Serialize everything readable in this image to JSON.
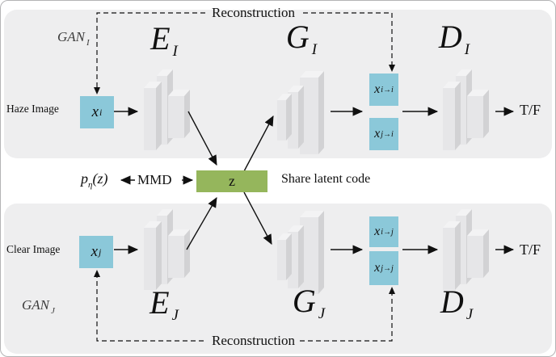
{
  "colors": {
    "panel": "#eeeeef",
    "cyan": "#8bc8d9",
    "green": "#95b65c",
    "arrow": "#101010"
  },
  "top": {
    "gan": {
      "base": "GAN",
      "sub": "I"
    },
    "recon": "Reconstruction",
    "input_caption": "Haze Image",
    "input": {
      "base": "x",
      "sub": "i"
    },
    "encoder": {
      "base": "E",
      "sub": "I"
    },
    "generator": {
      "base": "G",
      "sub": "I"
    },
    "discriminator": {
      "base": "D",
      "sub": "I"
    },
    "out1": {
      "base": "x",
      "sub": "i→i"
    },
    "out2": {
      "base": "x",
      "sub": "j→i"
    },
    "verdict": "T/F"
  },
  "bottom": {
    "gan": {
      "base": "GAN",
      "sub": "J"
    },
    "recon": "Reconstruction",
    "input_caption": "Clear Image",
    "input": {
      "base": "x",
      "sub": "j"
    },
    "encoder": {
      "base": "E",
      "sub": "J"
    },
    "generator": {
      "base": "G",
      "sub": "J"
    },
    "discriminator": {
      "base": "D",
      "sub": "J"
    },
    "out1": {
      "base": "x",
      "sub": "i→j"
    },
    "out2": {
      "base": "x",
      "sub": "j→j"
    },
    "verdict": "T/F"
  },
  "latent": {
    "prior_base": "p",
    "prior_sub": "η",
    "prior_rest": "(z)",
    "mmd": "MMD",
    "z": "z",
    "caption": "Share latent code"
  }
}
